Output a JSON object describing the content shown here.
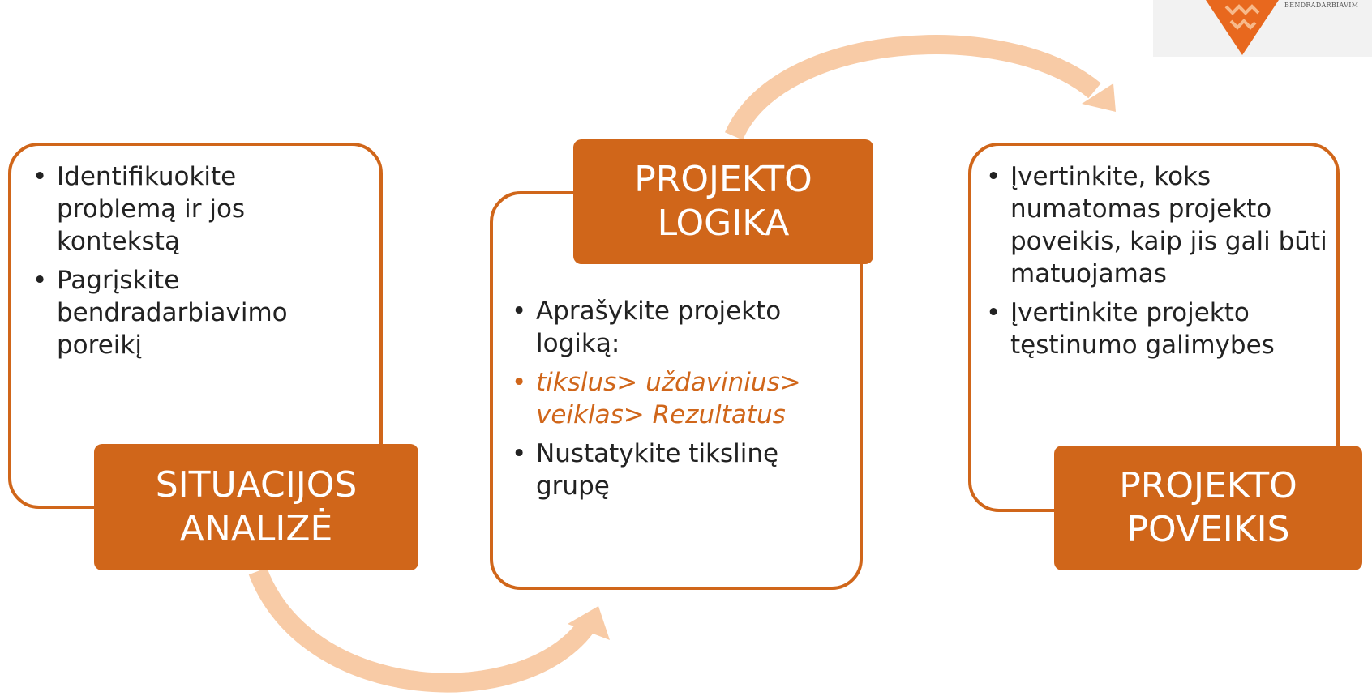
{
  "logo": {
    "icon": "orange-knot-logo",
    "text": "BENDRADARBIAVIM"
  },
  "colors": {
    "accent": "#d0661a",
    "arrow": "#f8cba6",
    "text": "#222222"
  },
  "steps": [
    {
      "title_lines": [
        "SITUACIJOS",
        "ANALIZĖ"
      ],
      "bullets": [
        "Identifikuokite problemą ir jos kontekstą",
        "Pagrįskite bendradarbiavimo poreikį"
      ]
    },
    {
      "title_lines": [
        "PROJEKTO",
        "LOGIKA"
      ],
      "bullets": [
        "Aprašykite projekto logiką:",
        "tikslus> uždavinius> veiklas> Rezultatus",
        "Nustatykite tikslinę grupę"
      ]
    },
    {
      "title_lines": [
        "PROJEKTO",
        "POVEIKIS"
      ],
      "bullets": [
        "Įvertinkite, koks numatomas projekto poveikis, kaip jis gali būti matuojamas",
        "Įvertinkite projekto tęstinumo galimybes"
      ]
    }
  ]
}
